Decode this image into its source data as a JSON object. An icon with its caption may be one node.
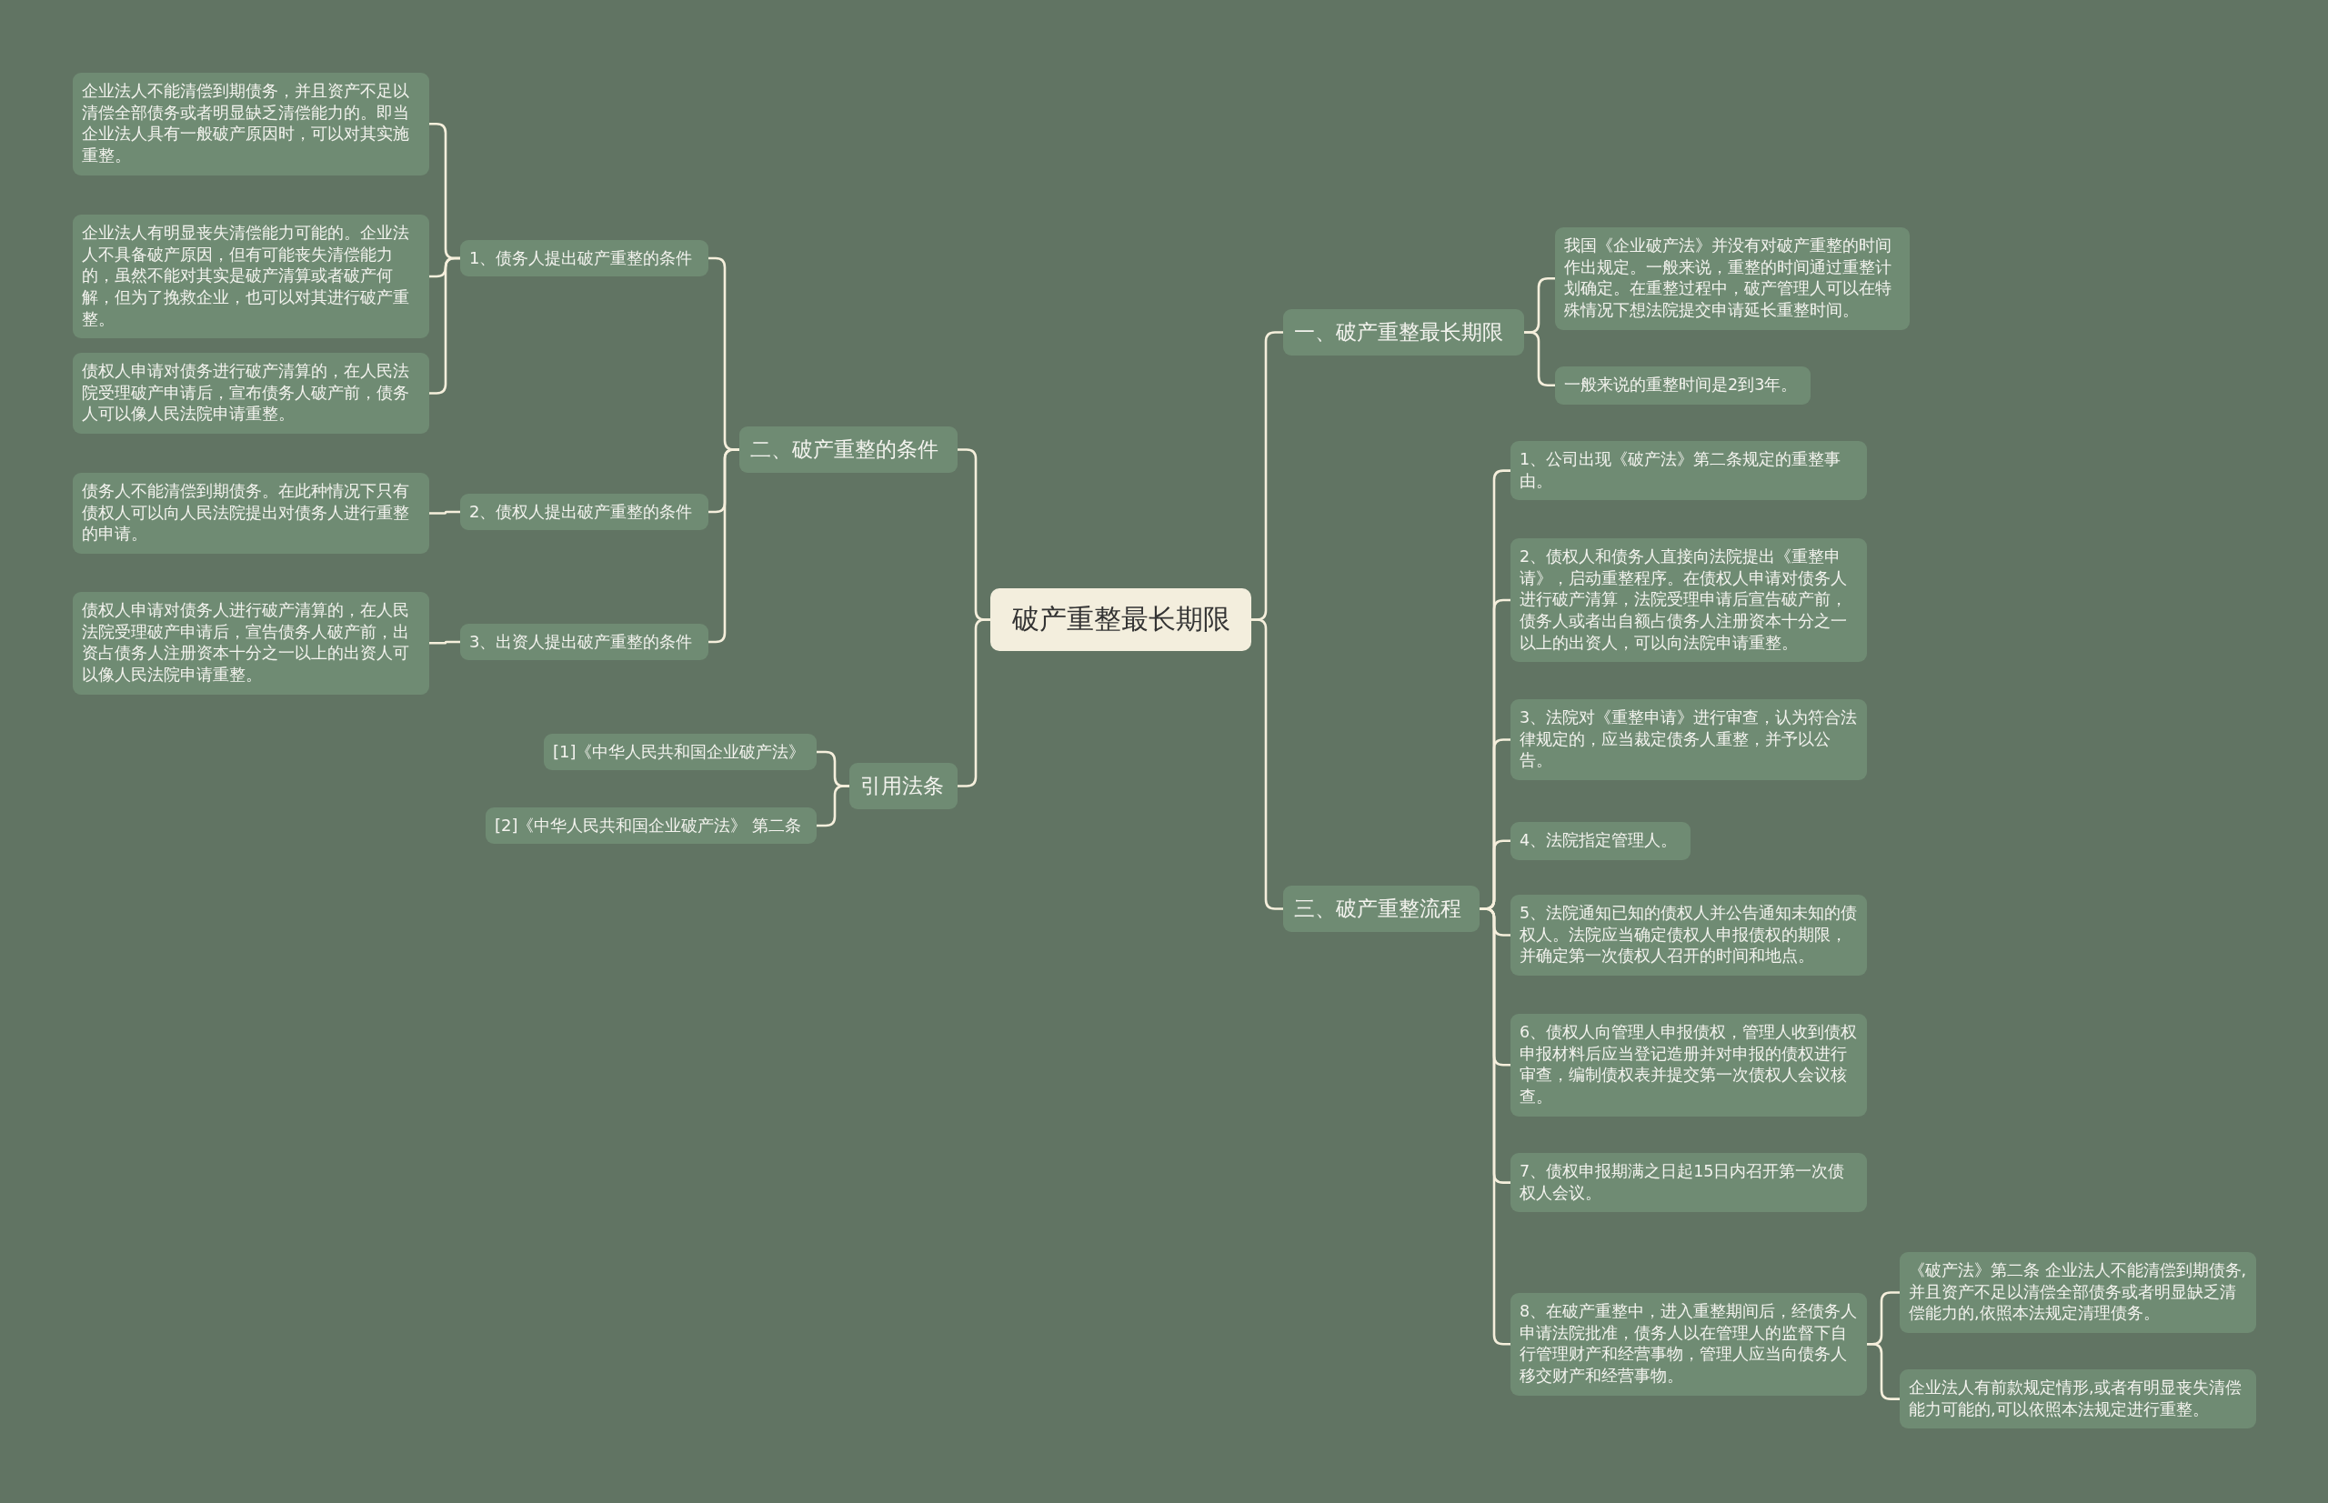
{
  "diagram": {
    "nodes": [
      {
        "text": [
          "破产重整最长期限"
        ]
      },
      {
        "text": [
          "一、破产重整最长期限"
        ]
      },
      {
        "text": [
          "我国《企业破产法》并没有对破产重整的时间作出规定。一般来说，重整的时间通过重整计划确定。在重整过程中，破产管理人可以在特殊情况下想法院提交申请延长重整时间。"
        ]
      },
      {
        "text": [
          "一般来说的重整时间是2到3年。"
        ]
      },
      {
        "text": [
          "三、破产重整流程"
        ]
      },
      {
        "text": [
          "1、公司出现《破产法》第二条规定的重整事由。"
        ]
      },
      {
        "text": [
          "2、债权人和债务人直接向法院提出《重整申请》，启动重整程序。在债权人申请对债务人进行破产清算，法院受理申请后宣告破产前，债务人或者出自额占债务人注册资本十分之一以上的出资人，可以向法院申请重整。"
        ]
      },
      {
        "text": [
          "3、法院对《重整申请》进行审查，认为符合法律规定的，应当裁定债务人重整，并予以公告。"
        ]
      },
      {
        "text": [
          "4、法院指定管理人。"
        ]
      },
      {
        "text": [
          "5、法院通知已知的债权人并公告通知未知的债权人。法院应当确定债权人申报债权的期限，并确定第一次债权人召开的时间和地点。"
        ]
      },
      {
        "text": [
          "6、债权人向管理人申报债权，管理人收到债权申报材料后应当登记造册并对申报的债权进行审查，编制债权表并提交第一次债权人会议核查。"
        ]
      },
      {
        "text": [
          "7、债权申报期满之日起15日内召开第一次债权人会议。"
        ]
      },
      {
        "text": [
          "8、在破产重整中，进入重整期间后，经债务人申请法院批准，债务人以在管理人的监督下自行管理财产和经营事物，管理人应当向债务人移交财产和经营事物。"
        ]
      },
      {
        "text": [
          "《破产法》第二条 企业法人不能清偿到期债务,并且资产不足以清偿全部债务或者明显缺乏清偿能力的,依照本法规定清理债务。"
        ]
      },
      {
        "text": [
          "企业法人有前款规定情形,或者有明显丧失清偿能力可能的,可以依照本法规定进行重整。"
        ]
      },
      {
        "text": [
          "二、破产重整的条件"
        ]
      },
      {
        "text": [
          "1、债务人提出破产重整的条件"
        ]
      },
      {
        "text": [
          "企业法人不能清偿到期债务，并且资产不足以清偿全部债务或者明显缺乏清偿能力的。即当企业法人具有一般破产原因时，可以对其实施重整。"
        ]
      },
      {
        "text": [
          "企业法人有明显丧失清偿能力可能的。企业法人不具备破产原因，但有可能丧失清偿能力的，虽然不能对其实是破产清算或者破产何解，但为了挽救企业，也可以对其进行破产重整。"
        ]
      },
      {
        "text": [
          "债权人申请对债务进行破产清算的，在人民法院受理破产申请后，宣布债务人破产前，债务人可以像人民法院申请重整。"
        ]
      },
      {
        "text": [
          "2、债权人提出破产重整的条件"
        ]
      },
      {
        "text": [
          "债务人不能清偿到期债务。在此种情况下只有债权人可以向人民法院提出对债务人进行重整的申请。"
        ]
      },
      {
        "text": [
          "3、出资人提出破产重整的条件"
        ]
      },
      {
        "text": [
          "债权人申请对债务人进行破产清算的，在人民法院受理破产申请后，宣告债务人破产前，出资占债务人注册资本十分之一以上的出资人可以像人民法院申请重整。"
        ]
      },
      {
        "text": [
          "引用法条"
        ]
      },
      {
        "text": [
          "[1]《中华人民共和国企业破产法》"
        ]
      },
      {
        "text": [
          "[2]《中华人民共和国企业破产法》 第二条"
        ]
      }
    ],
    "edges": [
      {
        "from": 0,
        "to": 1,
        "arrow": "none"
      },
      {
        "from": 1,
        "to": 2,
        "arrow": "none"
      },
      {
        "from": 1,
        "to": 3,
        "arrow": "none"
      },
      {
        "from": 0,
        "to": 4,
        "arrow": "none"
      },
      {
        "from": 4,
        "to": 5,
        "arrow": "none"
      },
      {
        "from": 4,
        "to": 6,
        "arrow": "none"
      },
      {
        "from": 4,
        "to": 7,
        "arrow": "none"
      },
      {
        "from": 4,
        "to": 8,
        "arrow": "none"
      },
      {
        "from": 4,
        "to": 9,
        "arrow": "none"
      },
      {
        "from": 4,
        "to": 10,
        "arrow": "none"
      },
      {
        "from": 4,
        "to": 11,
        "arrow": "none"
      },
      {
        "from": 4,
        "to": 12,
        "arrow": "none"
      },
      {
        "from": 12,
        "to": 13,
        "arrow": "none"
      },
      {
        "from": 12,
        "to": 14,
        "arrow": "none"
      },
      {
        "from": 0,
        "to": 15,
        "arrow": "none"
      },
      {
        "from": 15,
        "to": 16,
        "arrow": "none"
      },
      {
        "from": 16,
        "to": 17,
        "arrow": "none"
      },
      {
        "from": 16,
        "to": 18,
        "arrow": "none"
      },
      {
        "from": 16,
        "to": 19,
        "arrow": "none"
      },
      {
        "from": 15,
        "to": 20,
        "arrow": "none"
      },
      {
        "from": 20,
        "to": 21,
        "arrow": "none"
      },
      {
        "from": 15,
        "to": 22,
        "arrow": "none"
      },
      {
        "from": 22,
        "to": 23,
        "arrow": "none"
      },
      {
        "from": 0,
        "to": 24,
        "arrow": "none"
      },
      {
        "from": 24,
        "to": 25,
        "arrow": "none"
      },
      {
        "from": 24,
        "to": 26,
        "arrow": "none"
      }
    ]
  }
}
